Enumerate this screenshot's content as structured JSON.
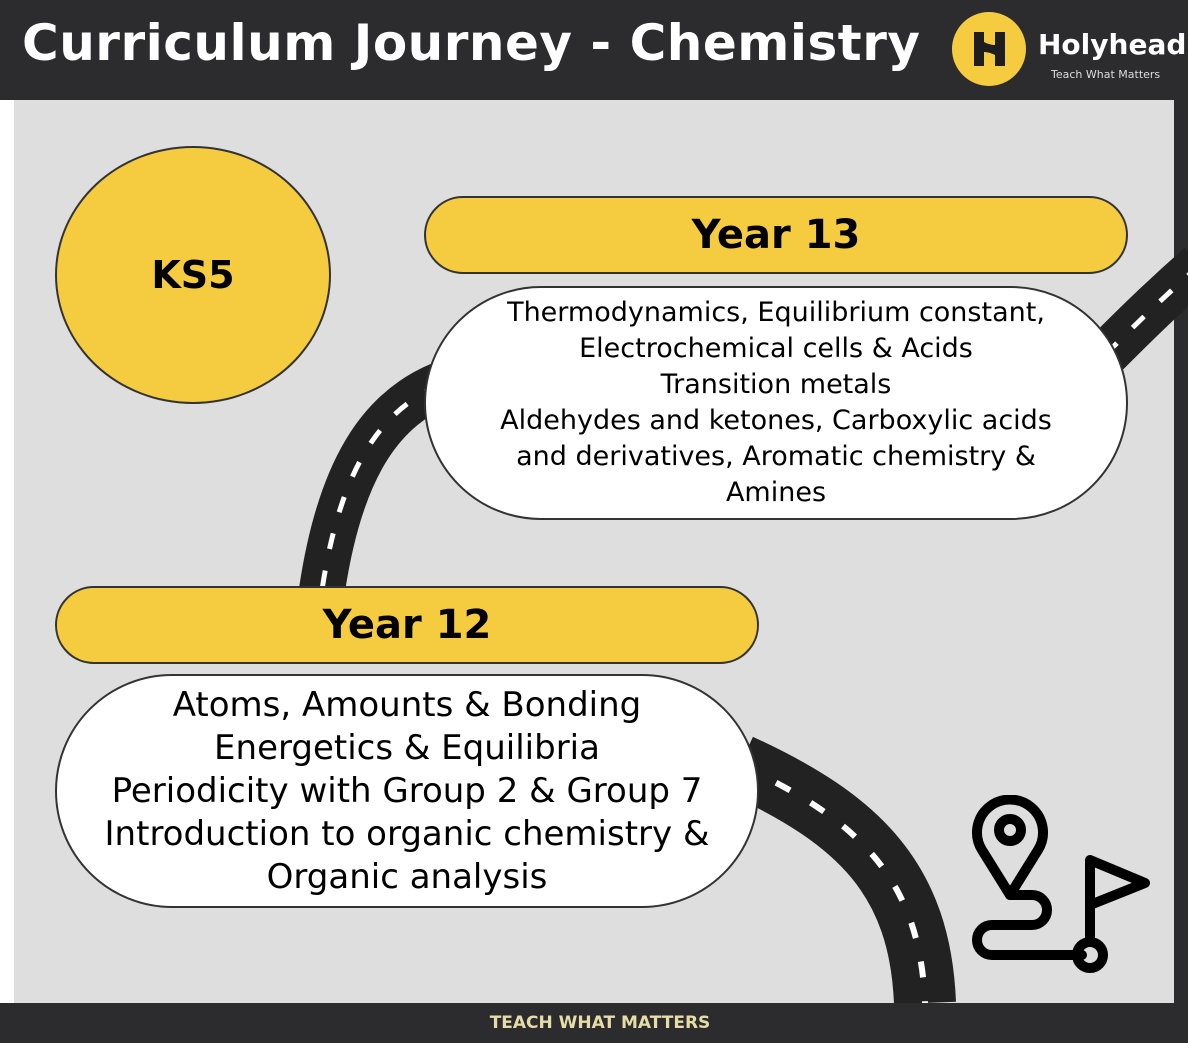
{
  "header": {
    "title": "Curriculum Journey - Chemistry",
    "logo_name": "Holyhead",
    "logo_tagline": "Teach What Matters"
  },
  "stage": {
    "label": "KS5"
  },
  "year13": {
    "label": "Year 13",
    "topics": [
      "Thermodynamics, Equilibrium constant,",
      "Electrochemical cells & Acids",
      "Transition metals",
      "Aldehydes and ketones, Carboxylic acids",
      "and derivatives, Aromatic chemistry &",
      "Amines"
    ]
  },
  "year12": {
    "label": "Year 12",
    "topics": [
      "Atoms, Amounts & Bonding",
      "Energetics & Equilibria",
      "Periodicity with Group 2 & Group 7",
      "Introduction to organic chemistry &",
      "Organic analysis"
    ]
  },
  "footer": {
    "text": "TEACH WHAT MATTERS"
  },
  "colors": {
    "accent": "#f5cc3f",
    "dark": "#2c2c2e",
    "background": "#dedede"
  }
}
